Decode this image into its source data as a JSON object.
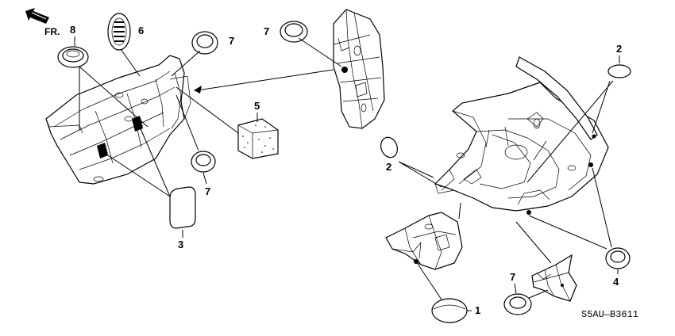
{
  "direction_label": "FR.",
  "diagram_code": "S5AU—B3611",
  "callouts": {
    "c1": "1",
    "c2a": "2",
    "c2b": "2",
    "c3": "3",
    "c4": "4",
    "c5": "5",
    "c6": "6",
    "c7a": "7",
    "c7b": "7",
    "c7c": "7",
    "c7d": "7",
    "c8": "8"
  }
}
